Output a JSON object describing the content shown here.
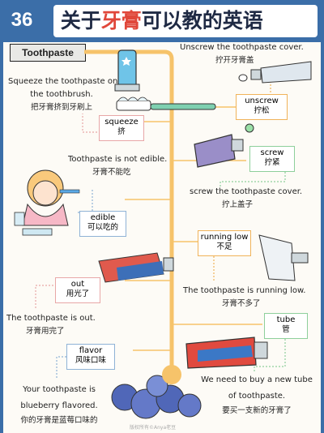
{
  "header": {
    "number": "36",
    "title_before": "关于",
    "title_highlight": "牙膏",
    "title_after": "可以教的英语"
  },
  "topic_label": "Toothpaste",
  "phrases": {
    "unscrew_cover": {
      "en": "Unscrew the toothpaste cover.",
      "cn": "拧开牙膏盖"
    },
    "squeeze_on": {
      "en1": "Squeeze the toothpaste on",
      "en2": "the toothbrush.",
      "cn": "把牙膏挤到牙刷上"
    },
    "not_edible": {
      "en": "Toothpaste is not edible.",
      "cn": "牙膏不能吃"
    },
    "screw_cover": {
      "en": "screw the toothpaste cover.",
      "cn": "拧上盖子"
    },
    "running_low": {
      "en": "The toothpaste is running low.",
      "cn": "牙膏不多了"
    },
    "is_out": {
      "en": "The toothpaste is out.",
      "cn": "牙膏用完了"
    },
    "new_tube": {
      "en1": "We need to buy a new tube",
      "en2": "of toothpaste.",
      "cn": "要买一支新的牙膏了"
    },
    "blueberry": {
      "en1": "Your toothpaste is",
      "en2": "blueberry flavored.",
      "cn": "你的牙膏是蓝莓口味的"
    }
  },
  "vocab": {
    "unscrew": {
      "en": "unscrew",
      "cn": "拧松"
    },
    "squeeze": {
      "en": "squeeze",
      "cn": "挤"
    },
    "screw": {
      "en": "screw",
      "cn": "拧紧"
    },
    "edible": {
      "en": "edible",
      "cn": "可以吃的"
    },
    "running_low": {
      "en": "running low",
      "cn": "不足"
    },
    "out": {
      "en": "out",
      "cn": "用光了"
    },
    "tube": {
      "en": "tube",
      "cn": "管"
    },
    "flavor": {
      "en": "flavor",
      "cn": "风味口味"
    }
  },
  "credit": "版权所有©Anya老豆",
  "colors": {
    "header_blue": "#3b6ea8",
    "title_red": "#e0473a",
    "trunk_orange": "#f6c36a"
  }
}
